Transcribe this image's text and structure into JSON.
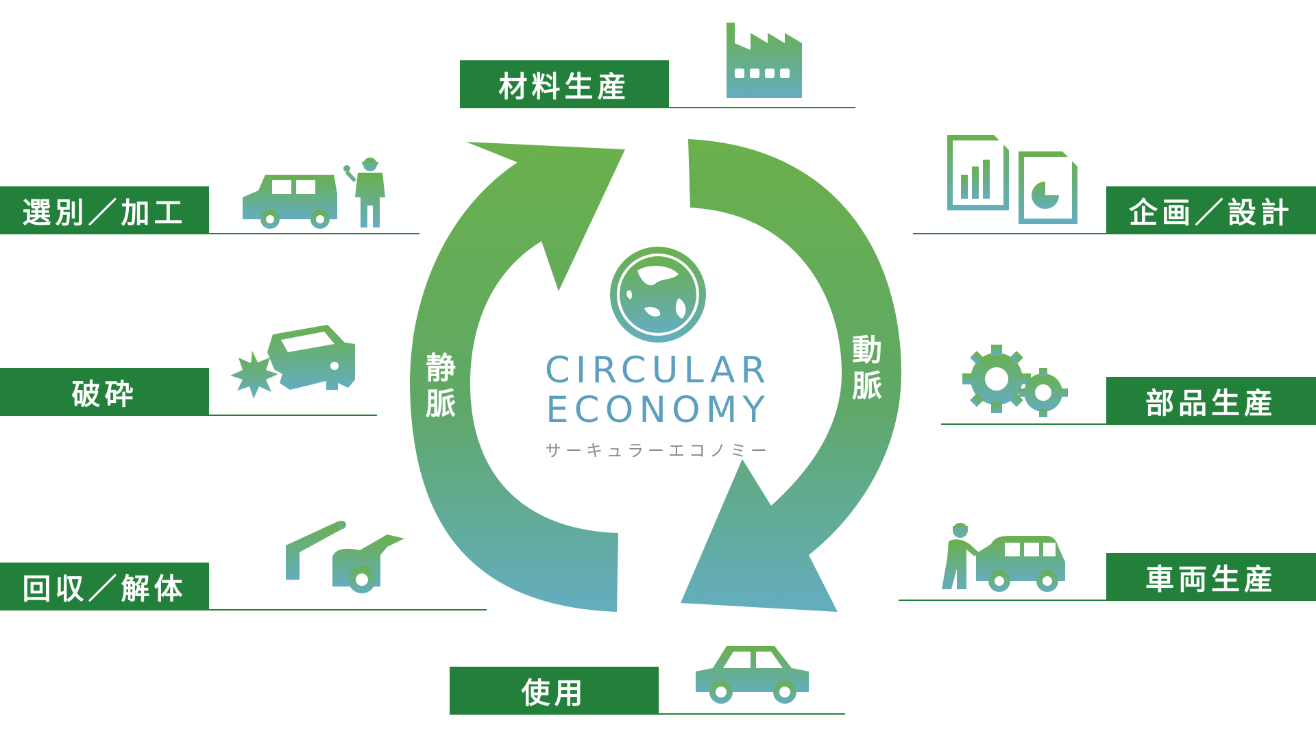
{
  "center": {
    "title_line1": "CIRCULAR",
    "title_line2": "ECONOMY",
    "subtitle": "サーキュラーエコノミー",
    "globe_icon": "globe-icon"
  },
  "arrows": {
    "left_label": [
      "静",
      "脈"
    ],
    "right_label": [
      "動",
      "脈"
    ]
  },
  "stages": {
    "material_production": "材料生産",
    "planning_design": "企画／設計",
    "parts_production": "部品生産",
    "vehicle_production": "車両生産",
    "use": "使用",
    "collection_dismantling": "回収／解体",
    "crushing": "破砕",
    "sorting_processing": "選別／加工"
  },
  "icons": [
    "factory-icon",
    "document-charts-icon",
    "gears-icon",
    "mechanic-car-icon",
    "car-icon",
    "tow-car-icon",
    "crushed-car-icon",
    "worker-car-icon"
  ],
  "colors": {
    "label_green": "#23803a",
    "arrow_green": "#6ab04c",
    "arrow_teal": "#64adc0",
    "title_blue": "#5c9fbf"
  }
}
